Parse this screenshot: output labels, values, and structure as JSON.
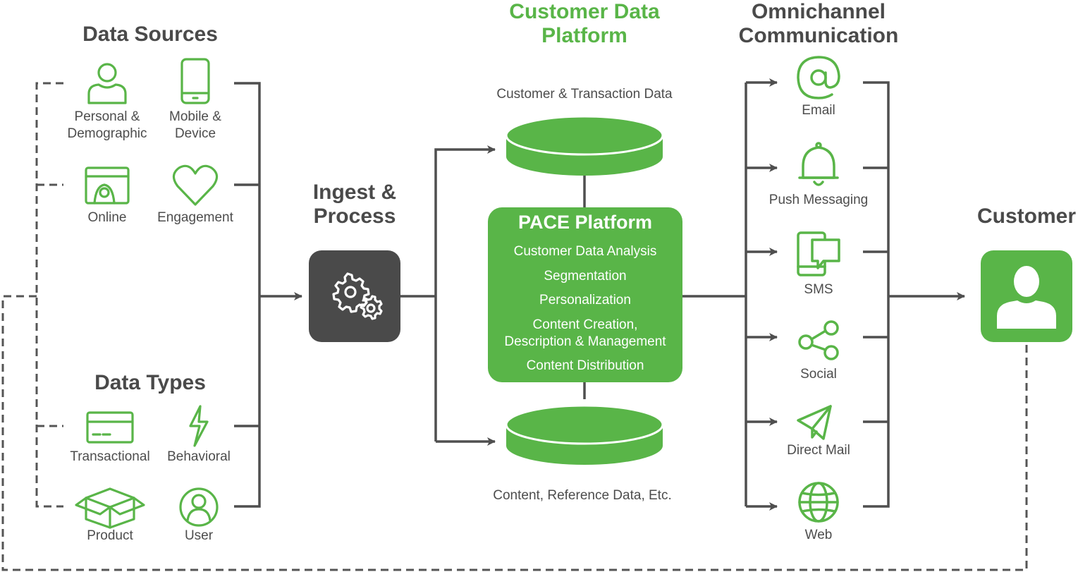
{
  "headers": {
    "data_sources": "Data Sources",
    "data_types": "Data Types",
    "ingest_line1": "Ingest &",
    "ingest_line2": "Process",
    "cdp_line1": "Customer Data",
    "cdp_line2": "Platform",
    "omni_line1": "Omnichannel",
    "omni_line2": "Communication",
    "customer": "Customer"
  },
  "data_sources": [
    {
      "label_line1": "Personal &",
      "label_line2": "Demographic",
      "icon": "person-icon"
    },
    {
      "label_line1": "Mobile &",
      "label_line2": "Device",
      "icon": "mobile-icon"
    },
    {
      "label_line1": "Online",
      "label_line2": "",
      "icon": "browser-gear-icon"
    },
    {
      "label_line1": "Engagement",
      "label_line2": "",
      "icon": "heart-icon"
    }
  ],
  "data_types": [
    {
      "label": "Transactional",
      "icon": "credit-card-icon"
    },
    {
      "label": "Behavioral",
      "icon": "lightning-icon"
    },
    {
      "label": "Product",
      "icon": "box-icon"
    },
    {
      "label": "User",
      "icon": "user-circle-icon"
    }
  ],
  "cdp": {
    "top_db_label": "Customer & Transaction Data",
    "bottom_db_label": "Content, Reference Data, Etc.",
    "pace_title": "PACE Platform",
    "pace_items": [
      "Customer Data Analysis",
      "Segmentation",
      "Personalization",
      "Content Creation,",
      "Description & Management",
      "Content Distribution"
    ]
  },
  "channels": [
    {
      "label": "Email",
      "icon": "at-icon"
    },
    {
      "label": "Push Messaging",
      "icon": "bell-icon"
    },
    {
      "label": "SMS",
      "icon": "phone-chat-icon"
    },
    {
      "label": "Social",
      "icon": "share-icon"
    },
    {
      "label": "Direct Mail",
      "icon": "paper-plane-icon"
    },
    {
      "label": "Web",
      "icon": "globe-icon"
    }
  ],
  "colors": {
    "green": "#59b548",
    "dark": "#4a4a4a",
    "line": "#4f4f4f"
  }
}
